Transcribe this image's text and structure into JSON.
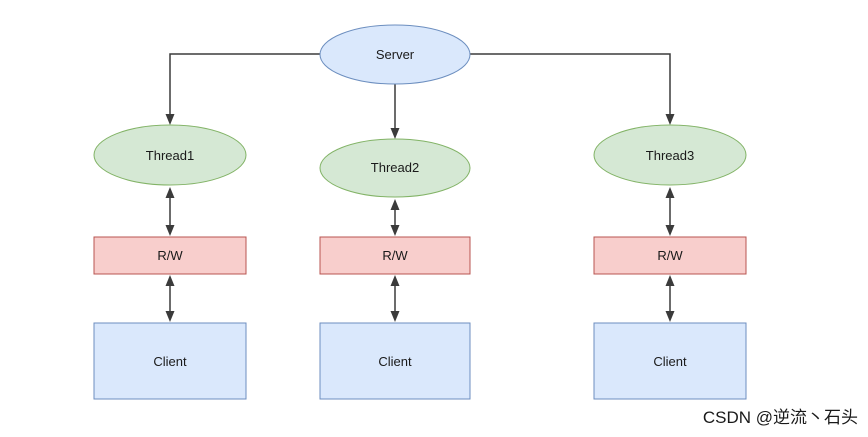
{
  "diagram": {
    "type": "flow-diagram",
    "description": "One server dispatching to three threads; each thread does R/W with its own client",
    "nodes": {
      "server": {
        "label": "Server",
        "shape": "ellipse",
        "color": "blue"
      },
      "thread1": {
        "label": "Thread1",
        "shape": "ellipse",
        "color": "green"
      },
      "thread2": {
        "label": "Thread2",
        "shape": "ellipse",
        "color": "green"
      },
      "thread3": {
        "label": "Thread3",
        "shape": "ellipse",
        "color": "green"
      },
      "rw1": {
        "label": "R/W",
        "shape": "rect",
        "color": "red"
      },
      "rw2": {
        "label": "R/W",
        "shape": "rect",
        "color": "red"
      },
      "rw3": {
        "label": "R/W",
        "shape": "rect",
        "color": "red"
      },
      "client1": {
        "label": "Client",
        "shape": "rect",
        "color": "blue"
      },
      "client2": {
        "label": "Client",
        "shape": "rect",
        "color": "blue"
      },
      "client3": {
        "label": "Client",
        "shape": "rect",
        "color": "blue"
      }
    },
    "edges": [
      {
        "from": "Server",
        "to": "Thread1",
        "direction": "one-way"
      },
      {
        "from": "Server",
        "to": "Thread2",
        "direction": "one-way"
      },
      {
        "from": "Server",
        "to": "Thread3",
        "direction": "one-way"
      },
      {
        "from": "Thread1",
        "to": "R/W",
        "direction": "two-way"
      },
      {
        "from": "Thread2",
        "to": "R/W",
        "direction": "two-way"
      },
      {
        "from": "Thread3",
        "to": "R/W",
        "direction": "two-way"
      },
      {
        "from": "R/W",
        "to": "Client",
        "direction": "two-way",
        "column": 1
      },
      {
        "from": "R/W",
        "to": "Client",
        "direction": "two-way",
        "column": 2
      },
      {
        "from": "R/W",
        "to": "Client",
        "direction": "two-way",
        "column": 3
      }
    ]
  },
  "palette": {
    "node_blue": {
      "fill": "#dae8fc",
      "stroke": "#6c8ebf"
    },
    "node_green": {
      "fill": "#d5e8d4",
      "stroke": "#82b366"
    },
    "node_red": {
      "fill": "#f8cecc",
      "stroke": "#b85450"
    },
    "edge": "#3b3b3b",
    "text": "#1a1a1a",
    "watermark_color": "#cccccc",
    "background": "#ffffff"
  },
  "watermark": {
    "text": "CSDN @逆流丶石头"
  }
}
